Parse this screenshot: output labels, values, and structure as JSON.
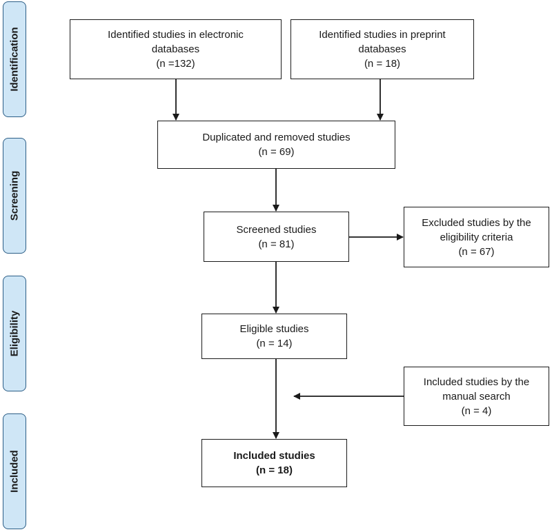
{
  "stages": {
    "identification": "Identification",
    "screening": "Screening",
    "eligibility": "Eligibility",
    "included": "Included"
  },
  "boxes": {
    "electronic": {
      "line1": "Identified studies in electronic",
      "line2": "databases",
      "line3": "(n =132)"
    },
    "preprint": {
      "line1": "Identified studies in preprint",
      "line2": "databases",
      "line3": "(n = 18)"
    },
    "duplicated": {
      "line1": "Duplicated and removed studies",
      "line2": "(n = 69)"
    },
    "screened": {
      "line1": "Screened studies",
      "line2": "(n = 81)"
    },
    "excluded": {
      "line1": "Excluded studies by the",
      "line2": "eligibility criteria",
      "line3": "(n = 67)"
    },
    "eligible": {
      "line1": "Eligible studies",
      "line2": "(n = 14)"
    },
    "manual": {
      "line1": "Included studies by the",
      "line2": "manual search",
      "line3": "(n = 4)"
    },
    "included": {
      "line1": "Included studies",
      "line2": "(n = 18)"
    }
  }
}
